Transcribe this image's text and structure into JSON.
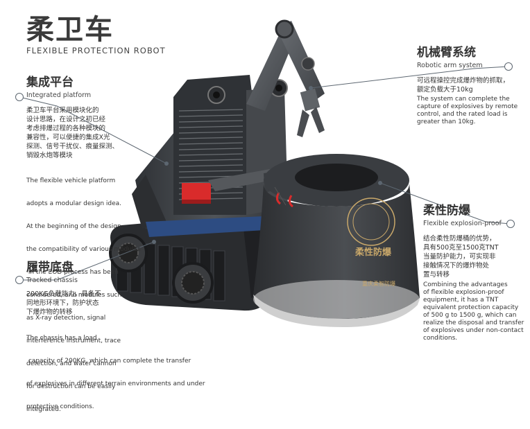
{
  "title": {
    "cn": "柔卫车",
    "en": "FLEXIBLE PROTECTION ROBOT"
  },
  "sections": {
    "platform": {
      "title_cn": "集成平台",
      "title_en": "Integrated platform",
      "body_cn": [
        "柔卫车平台采用模块化的",
        "设计思路，在设计之初已经",
        "考虑排爆过程的各种模块的",
        "兼容性，可以便捷的集成X光",
        "探测、信号干扰仪、痕量探测、",
        "销毁水炮等模块"
      ],
      "body_en": [
        "The flexible vehicle platform",
        "adopts a modular design idea.",
        "At the beginning of the design,",
        "the compatibility of various modules",
        " in the EOD process has been",
        "considered, and modules such",
        "as X-ray detection, signal",
        "interference instrument, trace",
        "detection, and water cannon",
        "for destruction can be easily",
        "integrated."
      ]
    },
    "chassis": {
      "title_cn": "履带底盘",
      "title_en": "Tracked chassis",
      "body_cn": [
        "200KG负载能力，具备不",
        "同地形环境下，防护状态",
        "下爆炸物的转移"
      ],
      "body_en": [
        "The chassis has a load",
        " capacity of 200KG, which can complete the transfer",
        "of explosives in different terrain environments and under",
        "protective conditions."
      ]
    },
    "arm": {
      "title_cn": "机械臂系统",
      "title_en": "Robotic arm system",
      "body_cn": [
        "可远程操控完成爆炸物的抓取，",
        "额定负载大于10kg"
      ],
      "body_en": [
        "The system can complete the",
        "capture of explosives by remote",
        "control, and the rated load is",
        "greater than 10kg."
      ]
    },
    "flexible": {
      "title_cn": "柔性防爆",
      "title_en": "Flexible explosion-proof",
      "body_cn": [
        "结合柔性防爆桶的优势，",
        "具有500克至1500克TNT",
        "当量防护能力，可实现非",
        "接触情况下的爆炸物处",
        "置与转移"
      ],
      "body_en": [
        "Combining the advantages",
        "of flexible explosion-proof",
        "equipment, it has a TNT",
        "equivalent protection capacity",
        "of 500 g to 1500 g, which can",
        "realize the disposal and transfer",
        "of explosives under non-contact",
        "conditions."
      ]
    }
  },
  "product_label": {
    "cn": "柔性防爆",
    "company": "重庆柔智防爆"
  },
  "colors": {
    "accent_red": "#d92b2b",
    "body_dark": "#3c3f43",
    "line": "#5c6670"
  }
}
